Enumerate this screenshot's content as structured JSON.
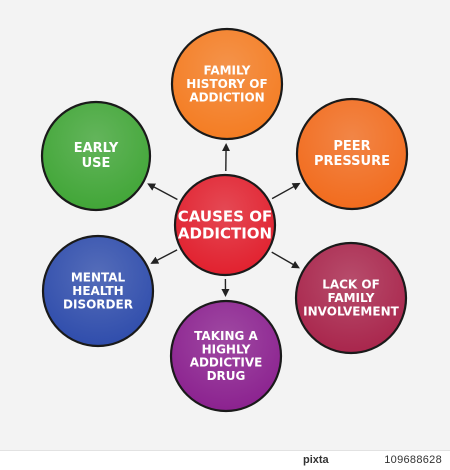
{
  "diagram": {
    "center": {
      "label_lines": [
        "CAUSES OF",
        "ADDICTION"
      ],
      "color": "#e11e2c"
    },
    "nodes": [
      {
        "key": "family-history",
        "label_lines": [
          "FAMILY",
          "HISTORY OF",
          "ADDICTION"
        ],
        "color": "#f47b20"
      },
      {
        "key": "peer-pressure",
        "label_lines": [
          "PEER",
          "PRESSURE"
        ],
        "color": "#f26a1b"
      },
      {
        "key": "lack-of-family-involvement",
        "label_lines": [
          "LACK OF",
          "FAMILY",
          "INVOLVEMENT"
        ],
        "color": "#a8234a"
      },
      {
        "key": "highly-addictive-drug",
        "label_lines": [
          "TAKING A",
          "HIGHLY",
          "ADDICTIVE",
          "DRUG"
        ],
        "color": "#8a1f8e"
      },
      {
        "key": "mental-health-disorder",
        "label_lines": [
          "MENTAL",
          "HEALTH",
          "DISORDER"
        ],
        "color": "#2d4bab"
      },
      {
        "key": "early-use",
        "label_lines": [
          "EARLY",
          "USE"
        ],
        "color": "#3fa535"
      }
    ]
  },
  "footer": {
    "brand": "pixta",
    "image_id": "109688628"
  }
}
